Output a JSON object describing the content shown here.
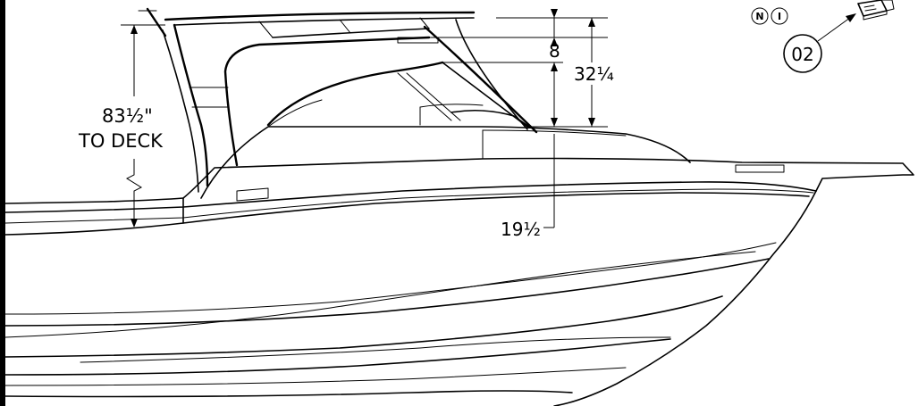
{
  "dimensions": {
    "overall_height": "83½\"",
    "overall_height_ref": "TO DECK",
    "arch_drop": "8",
    "windshield_height": "32¼",
    "dash_height": "19½"
  },
  "callout": {
    "badge_n": "N",
    "badge_i": "I",
    "part_number": "02"
  },
  "colors": {
    "line": "#000000",
    "background": "#ffffff"
  }
}
